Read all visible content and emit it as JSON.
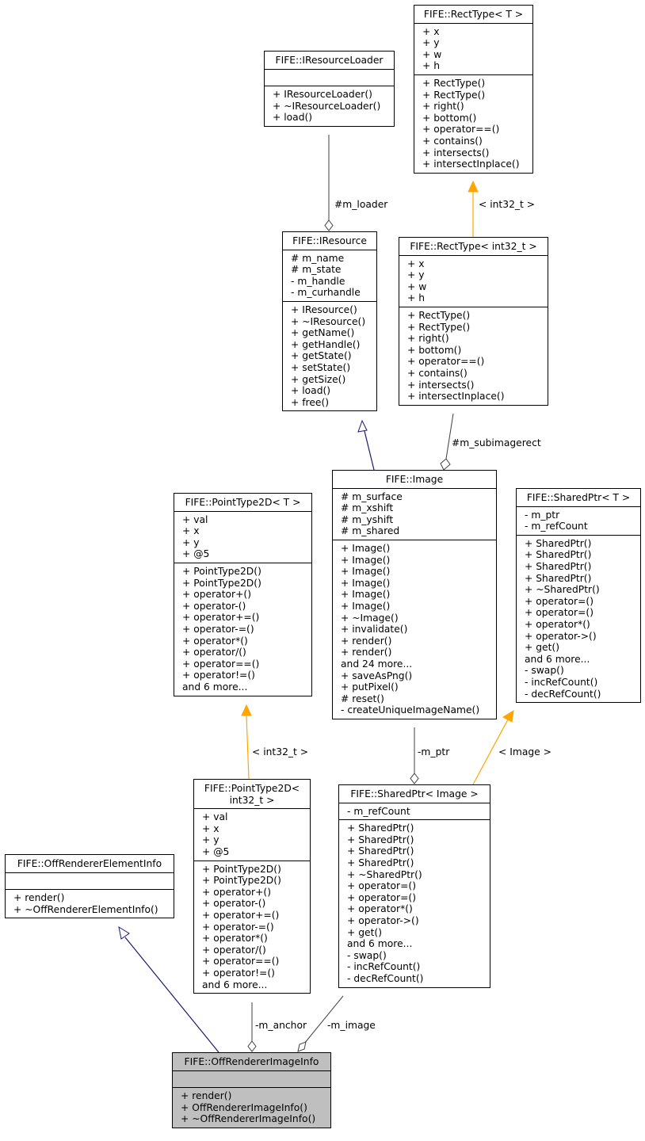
{
  "classes": {
    "iresourceloader": {
      "title": "FIFE::IResourceLoader",
      "attributes": [],
      "methods": [
        "+ IResourceLoader()",
        "+ ~IResourceLoader()",
        "+ load()"
      ]
    },
    "recttype_t": {
      "title": "FIFE::RectType< T >",
      "attributes": [
        "+ x",
        "+ y",
        "+ w",
        "+ h"
      ],
      "methods": [
        "+ RectType()",
        "+ RectType()",
        "+ right()",
        "+ bottom()",
        "+ operator==()",
        "+ contains()",
        "+ intersects()",
        "+ intersectInplace()"
      ]
    },
    "iresource": {
      "title": "FIFE::IResource",
      "attributes": [
        "# m_name",
        "# m_state",
        "- m_handle",
        "- m_curhandle"
      ],
      "methods": [
        "+ IResource()",
        "+ ~IResource()",
        "+ getName()",
        "+ getHandle()",
        "+ getState()",
        "+ setState()",
        "+ getSize()",
        "+ load()",
        "+ free()"
      ]
    },
    "recttype_int": {
      "title": "FIFE::RectType< int32_t >",
      "attributes": [
        "+ x",
        "+ y",
        "+ w",
        "+ h"
      ],
      "methods": [
        "+ RectType()",
        "+ RectType()",
        "+ right()",
        "+ bottom()",
        "+ operator==()",
        "+ contains()",
        "+ intersects()",
        "+ intersectInplace()"
      ]
    },
    "pointtype_t": {
      "title": "FIFE::PointType2D< T >",
      "attributes": [
        "+ val",
        "+ x",
        "+ y",
        "+ @5"
      ],
      "methods": [
        "+ PointType2D()",
        "+ PointType2D()",
        "+ operator+()",
        "+ operator-()",
        "+ operator+=()",
        "+ operator-=()",
        "+ operator*()",
        "+ operator/()",
        "+ operator==()",
        "+ operator!=()",
        "and 6 more..."
      ]
    },
    "image": {
      "title": "FIFE::Image",
      "attributes": [
        "# m_surface",
        "# m_xshift",
        "# m_yshift",
        "# m_shared"
      ],
      "methods": [
        "+ Image()",
        "+ Image()",
        "+ Image()",
        "+ Image()",
        "+ Image()",
        "+ Image()",
        "+ ~Image()",
        "+ invalidate()",
        "+ render()",
        "+ render()",
        "and 24 more...",
        "+ saveAsPng()",
        "+ putPixel()",
        "# reset()",
        "- createUniqueImageName()"
      ]
    },
    "sharedptr_t": {
      "title": "FIFE::SharedPtr< T >",
      "attributes": [
        "- m_ptr",
        "- m_refCount"
      ],
      "methods": [
        "+ SharedPtr()",
        "+ SharedPtr()",
        "+ SharedPtr()",
        "+ SharedPtr()",
        "+ ~SharedPtr()",
        "+ operator=()",
        "+ operator=()",
        "+ operator*()",
        "+ operator->()",
        "+ get()",
        "and 6 more...",
        "- swap()",
        "- incRefCount()",
        "- decRefCount()"
      ]
    },
    "pointtype_int": {
      "title": "FIFE::PointType2D<\nint32_t >",
      "attributes": [
        "+ val",
        "+ x",
        "+ y",
        "+ @5"
      ],
      "methods": [
        "+ PointType2D()",
        "+ PointType2D()",
        "+ operator+()",
        "+ operator-()",
        "+ operator+=()",
        "+ operator-=()",
        "+ operator*()",
        "+ operator/()",
        "+ operator==()",
        "+ operator!=()",
        "and 6 more..."
      ]
    },
    "sharedptr_image": {
      "title": "FIFE::SharedPtr< Image >",
      "attributes": [
        "- m_refCount"
      ],
      "methods": [
        "+ SharedPtr()",
        "+ SharedPtr()",
        "+ SharedPtr()",
        "+ SharedPtr()",
        "+ ~SharedPtr()",
        "+ operator=()",
        "+ operator=()",
        "+ operator*()",
        "+ operator->()",
        "+ get()",
        "and 6 more...",
        "- swap()",
        "- incRefCount()",
        "- decRefCount()"
      ]
    },
    "offrenderer_elementinfo": {
      "title": "FIFE::OffRendererElementInfo",
      "attributes": [],
      "methods": [
        "+ render()",
        "+ ~OffRendererElementInfo()"
      ]
    },
    "offrenderer_imageinfo": {
      "title": "FIFE::OffRendererImageInfo",
      "attributes": [],
      "methods": [
        "+ render()",
        "+ OffRendererImageInfo()",
        "+ ~OffRendererImageInfo()"
      ]
    }
  },
  "edge_labels": {
    "m_loader": "#m_loader",
    "recttype_bind": "< int32_t >",
    "m_subimagerect": "#m_subimagerect",
    "pointtype_bind": "< int32_t >",
    "m_ptr": "-m_ptr",
    "sharedptr_bind": "< Image >",
    "m_anchor": "-m_anchor",
    "m_image": "-m_image"
  },
  "colors": {
    "inheritance": "#191970",
    "template_binding": "#ffa500",
    "association": "#404040",
    "highlight_fill": "#bfbfbf"
  }
}
